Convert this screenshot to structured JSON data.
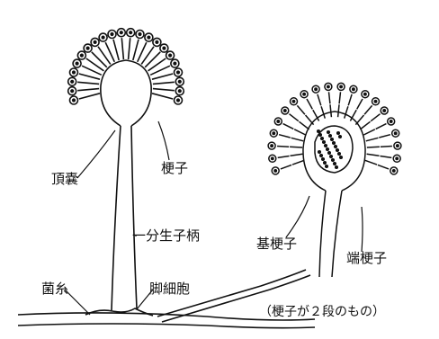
{
  "labels": {
    "vesicle": "頂嚢",
    "sterigma": "梗子",
    "conidiophore": "一分生子柄",
    "hypha": "菌糸",
    "foot_cell": "脚細胞",
    "metula": "基梗子",
    "phialide": "端梗子",
    "caption": "（梗子が２段のもの）"
  },
  "colors": {
    "ink": "#111111",
    "background": "#ffffff"
  }
}
